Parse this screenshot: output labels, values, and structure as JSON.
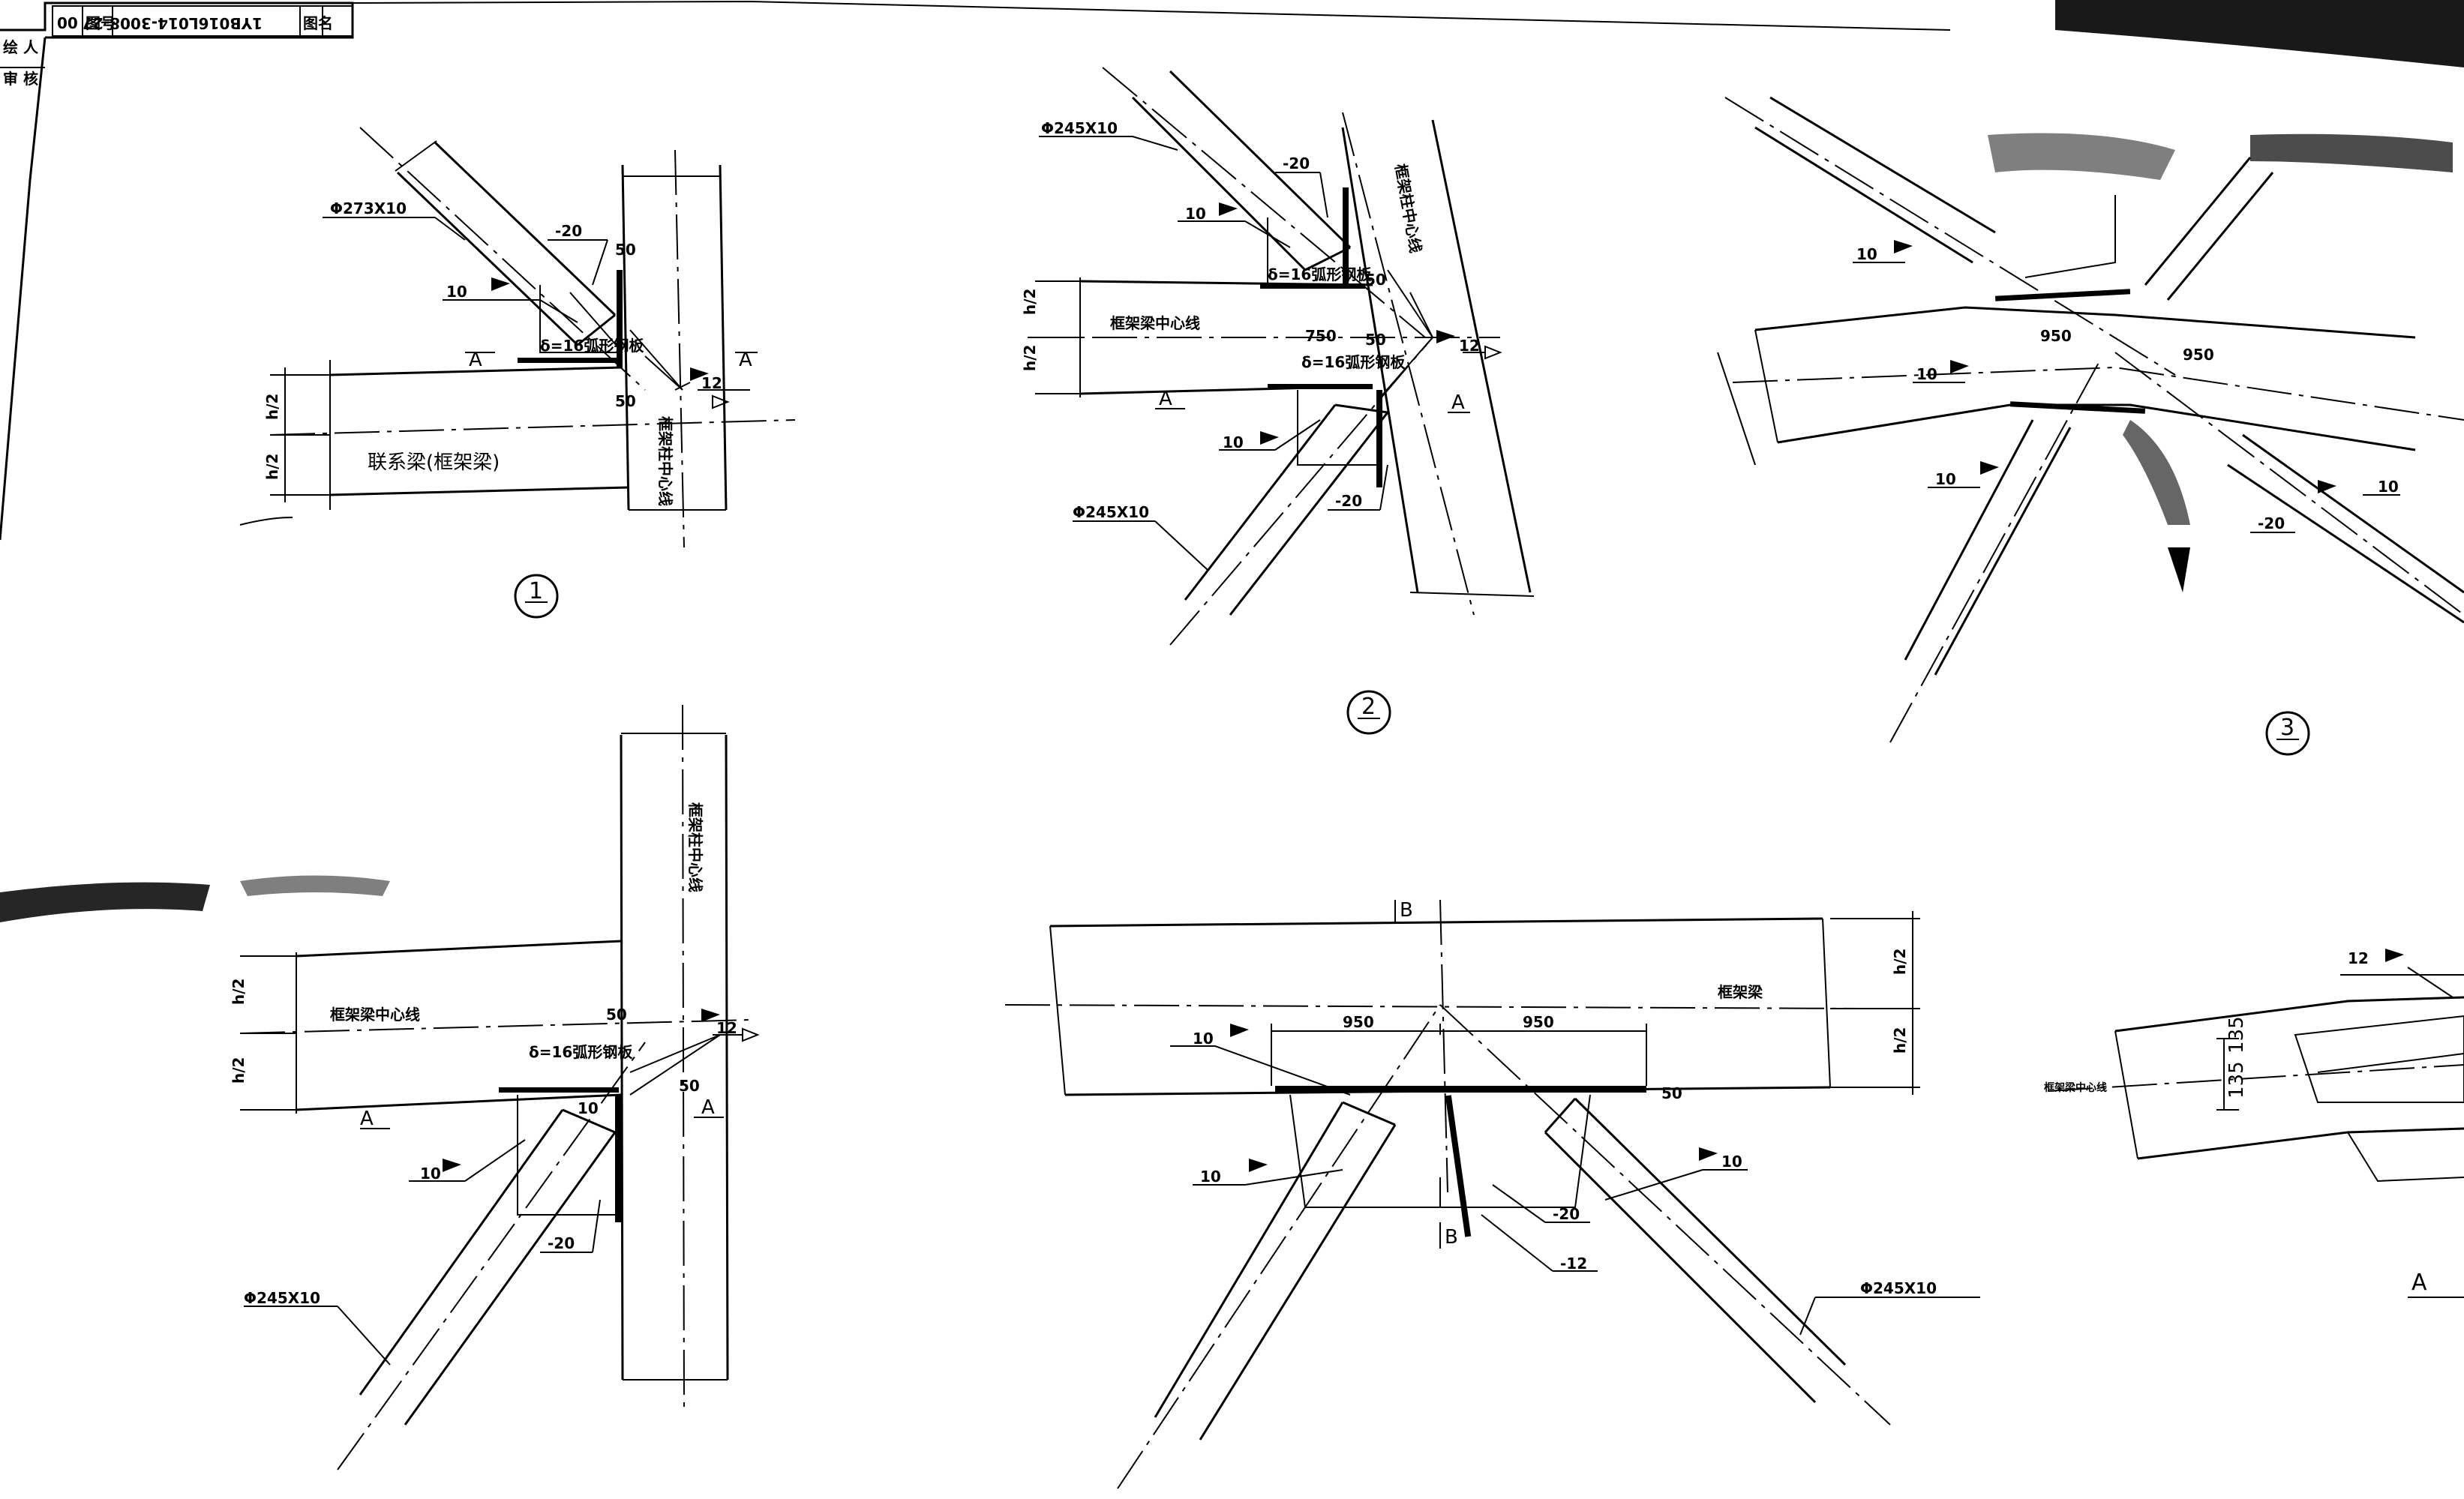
{
  "title_block": {
    "cell_1": "00",
    "cell_2": "图号",
    "cell_3": "1YB016L014-3008-27",
    "cell_4": "图名",
    "side_1": "绘 人",
    "side_2": "审 核"
  },
  "details": {
    "d1": {
      "number": "1",
      "tube": "Φ273X10",
      "plate_t": "-20",
      "weld_a": "10",
      "weld_b": "12",
      "stiff": "δ=16弧形钢板",
      "dim_a": "50",
      "dim_b": "50",
      "sec_a1": "A",
      "sec_a2": "A",
      "h1": "h/2",
      "h2": "h/2",
      "beam": "联系梁(框架梁)",
      "column": "框架柱中心线"
    },
    "d2": {
      "number": "2",
      "tube_top": "Φ245X10",
      "tube_bot": "Φ245X10",
      "plate_top": "-20",
      "plate_bot": "-20",
      "weld_top": "10",
      "weld_bot": "10",
      "weld_r": "12",
      "stiff_top": "δ=16弧形钢板",
      "stiff_bot": "δ=16弧形钢板",
      "dim_750": "750",
      "dim_a": "50",
      "dim_b": "50",
      "h1": "h/2",
      "h2": "h/2",
      "beam": "框架梁中心线",
      "column": "框架柱中心线",
      "sec_a1": "A",
      "sec_a2": "A"
    },
    "d3": {
      "number": "3",
      "dim_950": "950",
      "dim_r": "950",
      "weld_1": "10",
      "weld_2": "10",
      "weld_3": "10",
      "weld_4": "10",
      "plate": "-20"
    },
    "d4": {
      "tube": "Φ245X10",
      "plate": "-20",
      "weld_a": "10",
      "weld_b": "10",
      "weld_c": "12",
      "stiff": "δ=16弧形钢板",
      "dim_a": "50",
      "dim_b": "50",
      "h1": "h/2",
      "h2": "h/2",
      "beam": "框架梁中心线",
      "column": "框架柱中心线",
      "sec_a1": "A",
      "sec_a2": "A"
    },
    "d5": {
      "dim_l": "950",
      "dim_r": "950",
      "tube": "Φ245X10",
      "plate": "-20",
      "plate2": "-12",
      "weld_l1": "10",
      "weld_l2": "10",
      "weld_r": "10",
      "dim_50": "50",
      "h1": "h/2",
      "h2": "h/2",
      "beam": "框架梁",
      "sec_b1": "B",
      "sec_b2": "B"
    },
    "d6": {
      "weld": "12",
      "dim1": "135",
      "dim2": "135",
      "beam": "框架梁中心线",
      "sec": "A"
    }
  }
}
